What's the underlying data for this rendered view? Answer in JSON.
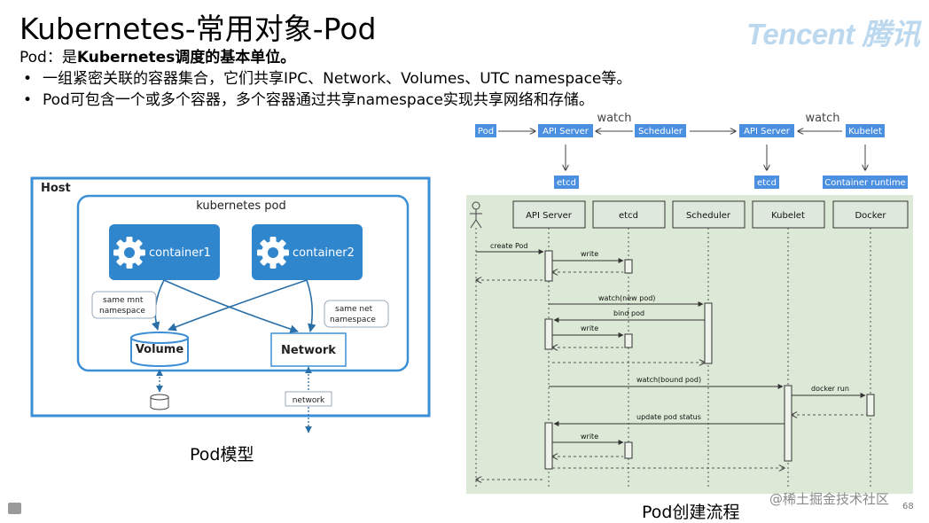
{
  "title": "Kubernetes-常用对象-Pod",
  "logo": {
    "text": "Tencent 腾讯",
    "color": "#bcd8ee"
  },
  "intro": {
    "prefix": "Pod：是",
    "bold": "Kubernetes调度的基本单位。"
  },
  "bullets": [
    "一组紧密关联的容器集合，它们共享IPC、Network、Volumes、UTC namespace等。",
    "Pod可包含一个或多个容器，多个容器通过共享namespace实现共享网络和存储。"
  ],
  "pod_model": {
    "caption": "Pod模型",
    "host_label": "Host",
    "pod_label": "kubernetes pod",
    "container1": "container1",
    "container2": "container2",
    "callout_mnt": [
      "same mnt",
      "namespace"
    ],
    "callout_net": [
      "same net",
      "namespace"
    ],
    "volume": "Volume",
    "network": "Network",
    "network_small": "network",
    "colors": {
      "border": "#3a8fd6",
      "container": "#2f86cc",
      "arrow": "#2a6fa8"
    }
  },
  "flow": {
    "caption": "Pod创建流程",
    "top": {
      "pod": "Pod",
      "api1": "API Server",
      "watch1": "watch",
      "scheduler": "Scheduler",
      "api2": "API Server",
      "watch2": "watch",
      "kubelet": "Kubelet",
      "etcd1": "etcd",
      "etcd2": "etcd",
      "runtime": "Container runtime",
      "color": "#4a8fe0"
    },
    "seq": {
      "participants": [
        "API Server",
        "etcd",
        "Scheduler",
        "Kubelet",
        "Docker"
      ],
      "messages": [
        "create Pod",
        "write",
        "watch(new pod)",
        "bind pod",
        "write",
        "watch(bound pod)",
        "docker run",
        "update pod status",
        "write"
      ],
      "background": "#dce9d6"
    }
  },
  "watermark": "@稀土掘金技术社区",
  "page_number": "68"
}
